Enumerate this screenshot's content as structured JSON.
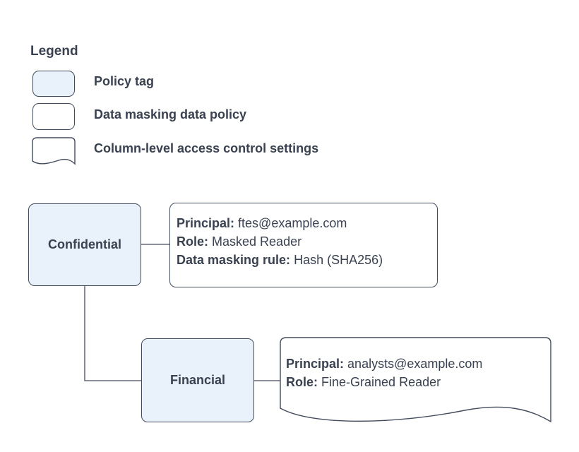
{
  "legend": {
    "title": "Legend",
    "items": [
      {
        "shape": "policy-tag-swatch",
        "label": "Policy tag"
      },
      {
        "shape": "data-policy-swatch",
        "label": "Data masking data policy"
      },
      {
        "shape": "document-swatch",
        "label": "Column-level access control settings"
      }
    ]
  },
  "diagram": {
    "nodes": {
      "confidential": {
        "label": "Confidential",
        "type": "policy-tag"
      },
      "financial": {
        "label": "Financial",
        "type": "policy-tag"
      },
      "masking_policy": {
        "type": "data-masking-data-policy",
        "lines": [
          {
            "key": "Principal:",
            "value": "ftes@example.com"
          },
          {
            "key": "Role:",
            "value": "Masked Reader"
          },
          {
            "key": "Data masking rule:",
            "value": "Hash (SHA256)"
          }
        ]
      },
      "access_settings": {
        "type": "column-level-access-control-settings",
        "lines": [
          {
            "key": "Principal:",
            "value": "analysts@example.com"
          },
          {
            "key": "Role:",
            "value": "Fine-Grained Reader"
          }
        ]
      }
    },
    "edges": [
      {
        "from": "confidential",
        "to": "masking_policy"
      },
      {
        "from": "confidential",
        "to": "financial"
      },
      {
        "from": "financial",
        "to": "access_settings"
      }
    ]
  },
  "colors": {
    "policy_tag_fill": "#e9f1fb",
    "shape_stroke": "#434c5c",
    "text": "#3a4150",
    "background": "#ffffff"
  }
}
